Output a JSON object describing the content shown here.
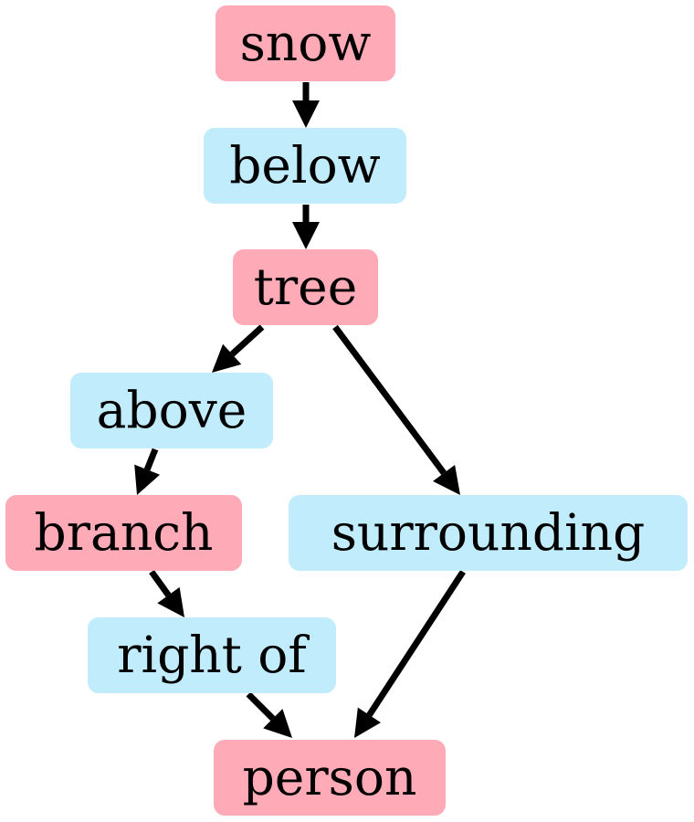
{
  "colors": {
    "entity": "#ffaab7",
    "relation": "#c0ecfc",
    "edge": "#000000",
    "background": "#ffffff"
  },
  "nodes": {
    "snow": {
      "label": "snow",
      "kind": "entity"
    },
    "below": {
      "label": "below",
      "kind": "relation"
    },
    "tree": {
      "label": "tree",
      "kind": "entity"
    },
    "above": {
      "label": "above",
      "kind": "relation"
    },
    "branch": {
      "label": "branch",
      "kind": "entity"
    },
    "surrounding": {
      "label": "surrounding",
      "kind": "relation"
    },
    "right_of": {
      "label": "right of",
      "kind": "relation"
    },
    "person": {
      "label": "person",
      "kind": "entity"
    }
  },
  "edges": [
    {
      "from": "snow",
      "to": "below"
    },
    {
      "from": "below",
      "to": "tree"
    },
    {
      "from": "tree",
      "to": "above"
    },
    {
      "from": "tree",
      "to": "surrounding"
    },
    {
      "from": "above",
      "to": "branch"
    },
    {
      "from": "branch",
      "to": "right_of"
    },
    {
      "from": "right_of",
      "to": "person"
    },
    {
      "from": "surrounding",
      "to": "person"
    }
  ]
}
